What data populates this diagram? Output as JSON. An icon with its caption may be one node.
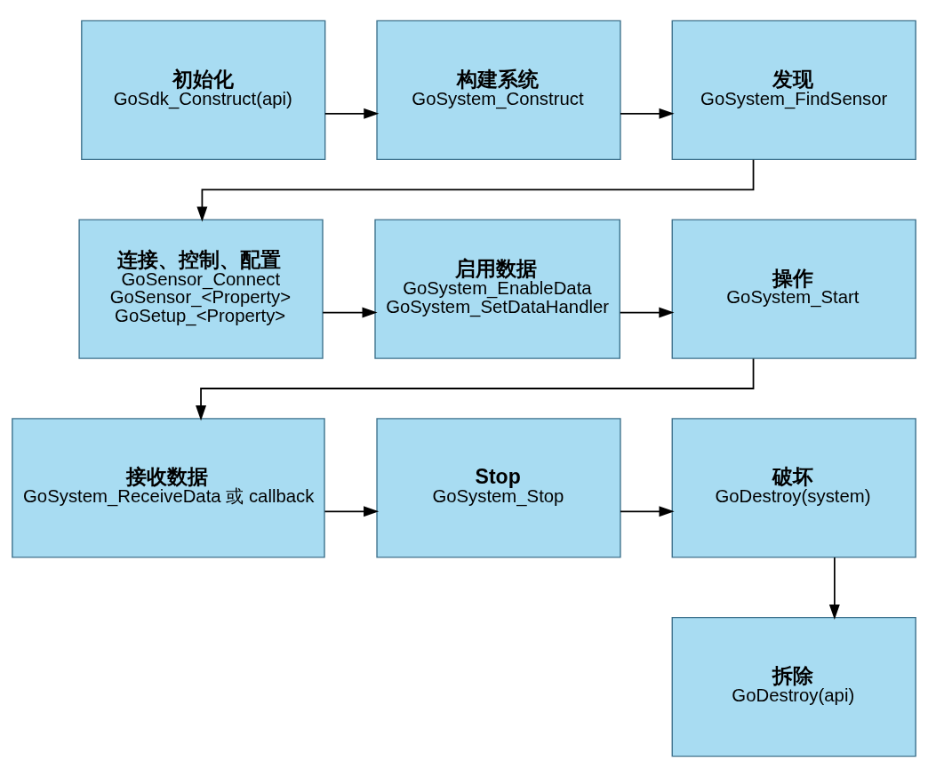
{
  "diagram": {
    "nodes": [
      {
        "text": [
          "初始化",
          "GoSdk_Construct(api)"
        ]
      },
      {
        "text": [
          "构建系统",
          "GoSystem_Construct"
        ]
      },
      {
        "text": [
          "发现",
          "GoSystem_FindSensor"
        ]
      },
      {
        "text": [
          "连接、控制、配置",
          "GoSensor_Connect",
          "GoSensor_<Property>",
          "GoSetup_<Property>"
        ]
      },
      {
        "text": [
          "启用数据",
          "GoSystem_EnableData",
          "GoSystem_SetDataHandler"
        ]
      },
      {
        "text": [
          "操作",
          "GoSystem_Start"
        ]
      },
      {
        "text": [
          "接收数据",
          "GoSystem_ReceiveData 或 callback"
        ]
      },
      {
        "text": [
          "Stop",
          "GoSystem_Stop"
        ]
      },
      {
        "text": [
          "破坏",
          "GoDestroy(system)"
        ]
      },
      {
        "text": [
          "拆除",
          "GoDestroy(api)"
        ]
      }
    ],
    "edges": [
      {
        "from": 0,
        "to": 1,
        "arrow": "to"
      },
      {
        "from": 1,
        "to": 2,
        "arrow": "to"
      },
      {
        "from": 2,
        "to": 3,
        "arrow": "to"
      },
      {
        "from": 3,
        "to": 4,
        "arrow": "to"
      },
      {
        "from": 4,
        "to": 5,
        "arrow": "to"
      },
      {
        "from": 5,
        "to": 6,
        "arrow": "to"
      },
      {
        "from": 6,
        "to": 7,
        "arrow": "to"
      },
      {
        "from": 7,
        "to": 8,
        "arrow": "to"
      },
      {
        "from": 8,
        "to": 9,
        "arrow": "to"
      }
    ]
  }
}
